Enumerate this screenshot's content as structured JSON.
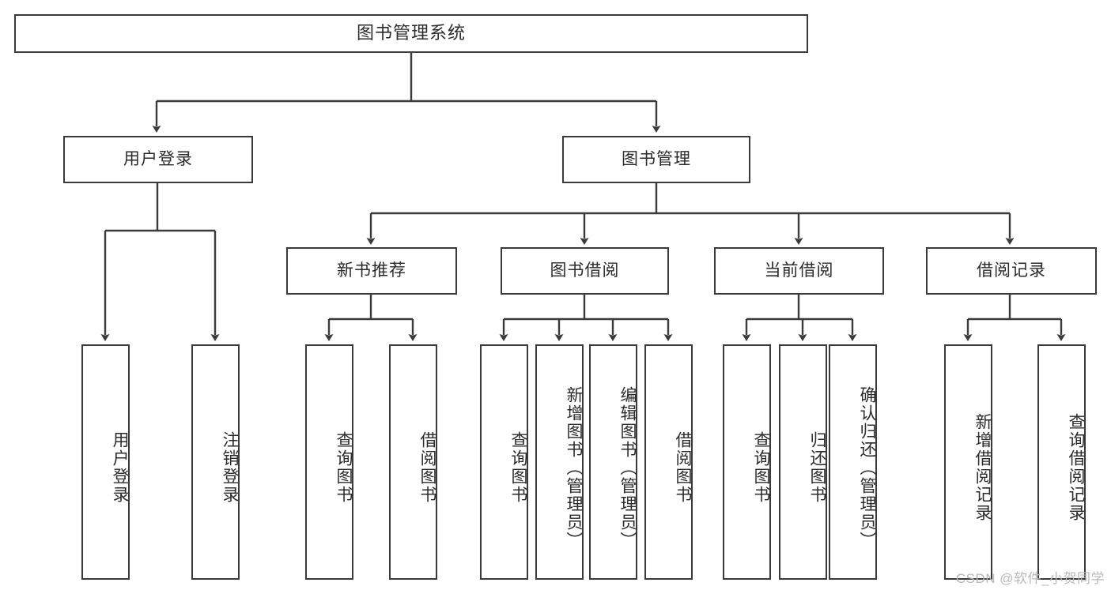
{
  "diagram": {
    "type": "tree",
    "title": "图书管理系统",
    "orientation": "top-down",
    "style": {
      "box_border_color": "#3a3a3a",
      "box_fill_color": "#ffffff",
      "line_color": "#3a3a3a",
      "text_color": "#2b2b2b",
      "background_color": "#ffffff"
    },
    "levels": {
      "root": "图书管理系统",
      "level2": [
        "用户登录",
        "图书管理"
      ],
      "level3": [
        "新书推荐",
        "图书借阅",
        "当前借阅",
        "借阅记录"
      ]
    },
    "nodes": {
      "root": {
        "label": "图书管理系统"
      },
      "user_login": {
        "label": "用户登录"
      },
      "book_manage": {
        "label": "图书管理"
      },
      "new_book_rec": {
        "label": "新书推荐"
      },
      "book_borrow": {
        "label": "图书借阅"
      },
      "current_borrow": {
        "label": "当前借阅"
      },
      "borrow_record": {
        "label": "借阅记录"
      }
    },
    "leaves": {
      "user_login": [
        {
          "label": "用户登录"
        },
        {
          "label": "注销登录"
        }
      ],
      "new_book_rec": [
        {
          "label": "查询图书"
        },
        {
          "label": "借阅图书"
        }
      ],
      "book_borrow": [
        {
          "label": "查询图书"
        },
        {
          "label": "新增图书（管理员）"
        },
        {
          "label": "编辑图书（管理员）"
        },
        {
          "label": "借阅图书"
        }
      ],
      "current_borrow": [
        {
          "label": "查询图书"
        },
        {
          "label": "归还图书"
        },
        {
          "label": "确认归还（管理员）"
        }
      ],
      "borrow_record": [
        {
          "label": "新增借阅记录"
        },
        {
          "label": "查询借阅记录"
        }
      ]
    },
    "edges": [
      {
        "from": "图书管理系统",
        "to": "用户登录"
      },
      {
        "from": "图书管理系统",
        "to": "图书管理"
      },
      {
        "from": "图书管理",
        "to": "新书推荐"
      },
      {
        "from": "图书管理",
        "to": "图书借阅"
      },
      {
        "from": "图书管理",
        "to": "当前借阅"
      },
      {
        "from": "图书管理",
        "to": "借阅记录"
      },
      {
        "from": "用户登录",
        "to": "用户登录"
      },
      {
        "from": "用户登录",
        "to": "注销登录"
      },
      {
        "from": "新书推荐",
        "to": "查询图书"
      },
      {
        "from": "新书推荐",
        "to": "借阅图书"
      },
      {
        "from": "图书借阅",
        "to": "查询图书"
      },
      {
        "from": "图书借阅",
        "to": "新增图书（管理员）"
      },
      {
        "from": "图书借阅",
        "to": "编辑图书（管理员）"
      },
      {
        "from": "图书借阅",
        "to": "借阅图书"
      },
      {
        "from": "当前借阅",
        "to": "查询图书"
      },
      {
        "from": "当前借阅",
        "to": "归还图书"
      },
      {
        "from": "当前借阅",
        "to": "确认归还（管理员）"
      },
      {
        "from": "借阅记录",
        "to": "新增借阅记录"
      },
      {
        "from": "借阅记录",
        "to": "查询借阅记录"
      }
    ]
  },
  "watermark": {
    "text": "CSDN @软件_小贺同学"
  }
}
